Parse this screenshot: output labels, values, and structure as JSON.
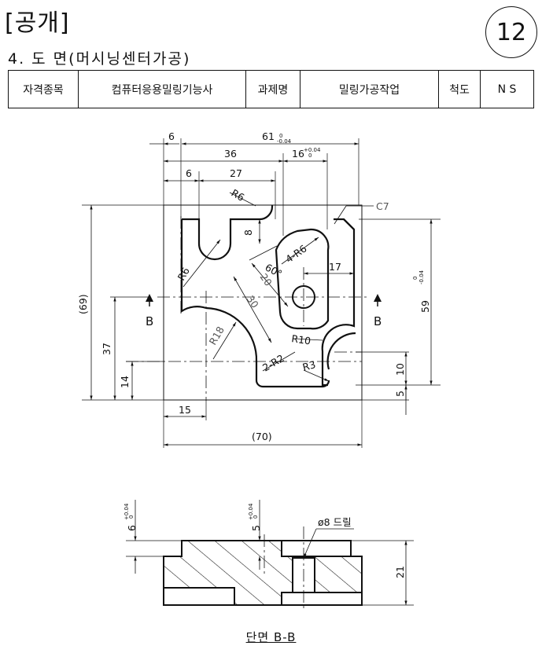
{
  "header": {
    "tag": "[공개]",
    "subtitle": "4. 도 면(머시닝센터가공)",
    "page_number": "12"
  },
  "info_table": {
    "cells": [
      "자격종목",
      "컴퓨터응용밀링기능사",
      "과제명",
      "밀링가공작업",
      "척도",
      "N S"
    ]
  },
  "drawing": {
    "top_view": {
      "dims": {
        "d6a": "6",
        "d61": "61",
        "tol61": "-0.04",
        "tol61z": "0",
        "d36": "36",
        "d16": "16",
        "tol16": "+0.04",
        "tol16z": "0",
        "d6b": "6",
        "d27": "27",
        "r6a": "R6",
        "c7": "C7",
        "d8": "8",
        "d60": "60°",
        "r4": "4-R6",
        "d17": "17",
        "r6b": "R6",
        "d20": "20",
        "d30": "30",
        "d69": "(69)",
        "d59": "59",
        "tol59": "-0.04",
        "tol59z": "0",
        "bl": "B",
        "br": "B",
        "r18": "R18",
        "r10": "R10",
        "d37": "37",
        "r2": "2-R2",
        "r3": "R3",
        "d10": "10",
        "d14": "14",
        "d5": "5",
        "d15": "15",
        "d70": "(70)"
      }
    },
    "section_view": {
      "dims": {
        "s6": "6",
        "stol6": "+0.04",
        "stol6z": "0",
        "s5": "5",
        "stol5": "+0.04",
        "stol5z": "0",
        "drill": "ø8 드릴",
        "s21": "21"
      },
      "caption": "단면 B-B"
    }
  }
}
